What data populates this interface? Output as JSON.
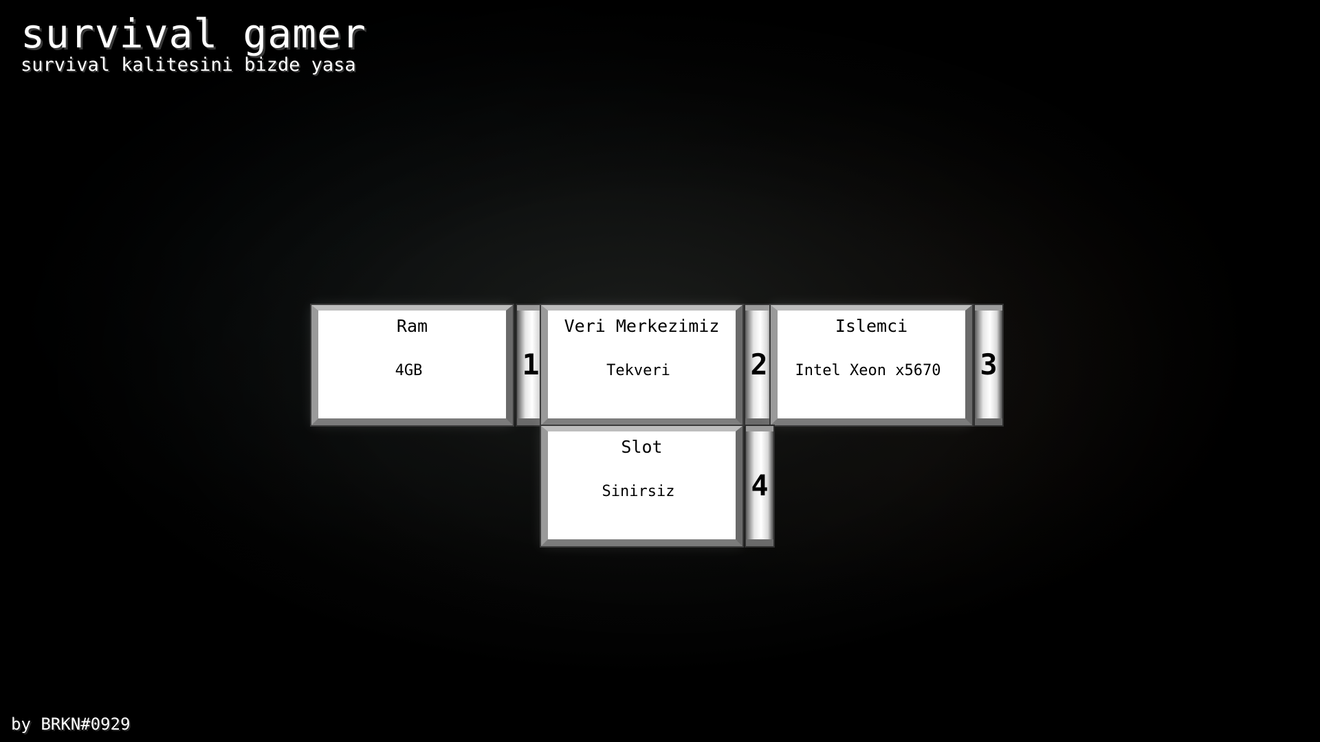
{
  "header": {
    "title": "survival gamer",
    "subtitle": "survival kalitesini bizde yasa"
  },
  "footer": {
    "credit": "by BRKN#0929"
  },
  "cards": [
    {
      "number": "1",
      "label": "Ram",
      "value": "4GB"
    },
    {
      "number": "2",
      "label": "Veri Merkezimiz",
      "value": "Tekveri"
    },
    {
      "number": "3",
      "label": "Islemci",
      "value": "Intel Xeon x5670"
    },
    {
      "number": "4",
      "label": "Slot",
      "value": "Sinirsiz"
    }
  ],
  "colors": {
    "background": "#000000",
    "card": "#ffffff",
    "text": "#ffffff",
    "card_text": "#000000"
  }
}
